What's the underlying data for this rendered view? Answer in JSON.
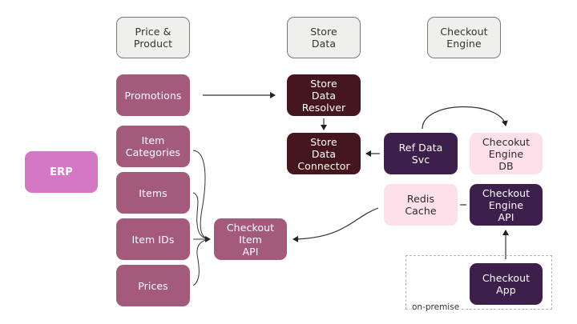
{
  "columns": {
    "price_product": "Price &\nProduct",
    "store_data": "Store\nData",
    "checkout_engine": "Checkout\nEngine"
  },
  "nodes": {
    "erp": "ERP",
    "promotions": "Promotions",
    "item_categories": "Item\nCategories",
    "items": "Items",
    "item_ids": "Item IDs",
    "prices": "Prices",
    "checkout_item_api": "Checkout\nItem\nAPI",
    "store_data_resolver": "Store\nData\nResolver",
    "store_data_connector": "Store\nData\nConnector",
    "ref_data_svc": "Ref Data\nSvc",
    "checkout_engine_db": "Checokut\nEngine\nDB",
    "redis_cache": "Redis\nCache",
    "checkout_engine_api": "Checkout\nEngine\nAPI",
    "checkout_app": "Checkout\nApp"
  },
  "groups": {
    "on_premise": "on-premise"
  },
  "edges": [
    {
      "from": "promotions",
      "to": "store_data_resolver"
    },
    {
      "from": "store_data_resolver",
      "to": "store_data_connector"
    },
    {
      "from": "ref_data_svc",
      "to": "store_data_connector"
    },
    {
      "from": "ref_data_svc",
      "to": "checkout_engine_db"
    },
    {
      "from": "redis_cache",
      "to": "checkout_engine_api",
      "style": "line"
    },
    {
      "from": "checkout_app",
      "to": "checkout_engine_api"
    },
    {
      "from": "redis_cache",
      "to": "checkout_item_api"
    },
    {
      "from": "item_categories",
      "to": "checkout_item_api"
    },
    {
      "from": "items",
      "to": "checkout_item_api"
    },
    {
      "from": "item_ids",
      "to": "checkout_item_api"
    },
    {
      "from": "prices",
      "to": "checkout_item_api"
    }
  ],
  "colors": {
    "header_fill": "#efefee",
    "mauve": "#a45b7b",
    "erp": "#d478c6",
    "maroon": "#46161e",
    "purple": "#3d1f4b",
    "pink": "#fde0ea"
  }
}
